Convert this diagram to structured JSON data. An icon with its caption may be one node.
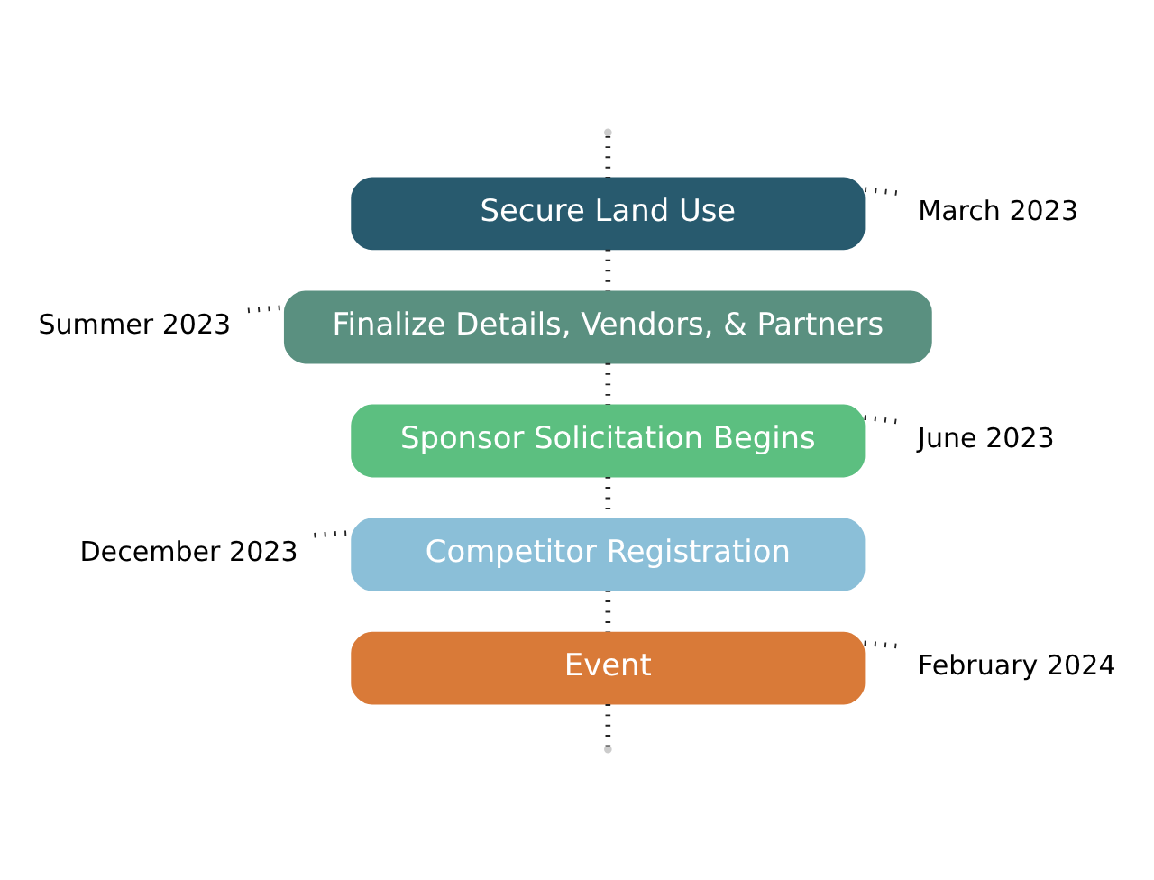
{
  "diagram": {
    "nodes": [
      {
        "text": [
          "Secure Land Use"
        ]
      },
      {
        "text": [
          "March 2023"
        ]
      },
      {
        "text": [
          "Summer 2023"
        ]
      },
      {
        "text": [
          "Finalize Details, Vendors, & Partners"
        ]
      },
      {
        "text": [
          "Sponsor Solicitation Begins"
        ]
      },
      {
        "text": [
          "June 2023"
        ]
      },
      {
        "text": [
          "December 2023"
        ]
      },
      {
        "text": [
          "Competitor Registration"
        ]
      },
      {
        "text": [
          "Event"
        ]
      },
      {
        "text": [
          "February 2024"
        ]
      }
    ],
    "edges": [
      {
        "from": null,
        "to": 0,
        "arrow": "none",
        "style": "dashed"
      },
      {
        "from": 0,
        "to": 1,
        "arrow": "none",
        "style": "dashed"
      },
      {
        "from": 0,
        "to": 3,
        "arrow": "none",
        "style": "dashed"
      },
      {
        "from": 2,
        "to": 3,
        "arrow": "none",
        "style": "dashed"
      },
      {
        "from": 3,
        "to": 4,
        "arrow": "none",
        "style": "dashed"
      },
      {
        "from": 4,
        "to": 5,
        "arrow": "none",
        "style": "dashed"
      },
      {
        "from": 4,
        "to": 7,
        "arrow": "none",
        "style": "dashed"
      },
      {
        "from": 6,
        "to": 7,
        "arrow": "none",
        "style": "dashed"
      },
      {
        "from": 7,
        "to": 8,
        "arrow": "none",
        "style": "dashed"
      },
      {
        "from": 8,
        "to": 9,
        "arrow": "none",
        "style": "dashed"
      },
      {
        "from": 8,
        "to": null,
        "arrow": "none",
        "style": "dashed"
      }
    ]
  }
}
